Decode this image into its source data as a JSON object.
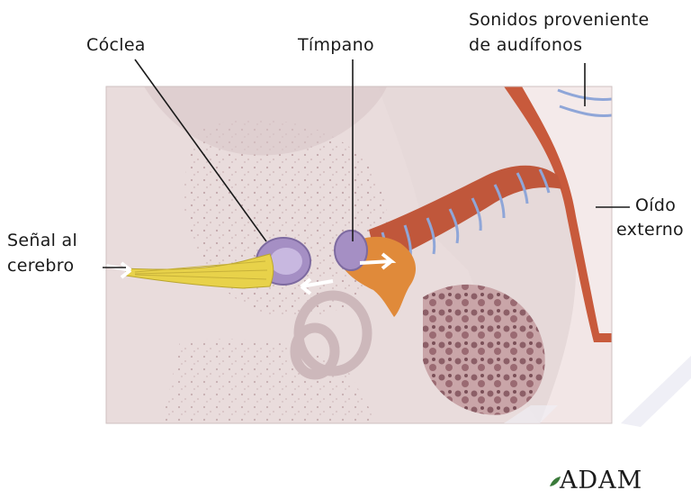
{
  "labels": {
    "coclea": "Cóclea",
    "timpano": "Tímpano",
    "sonidos_line1": "Sonidos proveniente",
    "sonidos_line2": "de audífonos",
    "senal_line1": "Señal al",
    "senal_line2": "cerebro",
    "oido_line1": "Oído",
    "oido_line2": "externo"
  },
  "logo": {
    "text": "ADAM"
  },
  "colors": {
    "bone": "#e8dedc",
    "tissue": "#d4bdbd",
    "canal_red": "#c85a3c",
    "nerve_yellow": "#e8d24a",
    "cochlea_purple": "#a58fc4",
    "ossicle_orange": "#e08a3a",
    "hearing_aid_blue": "#8fa6d8"
  }
}
